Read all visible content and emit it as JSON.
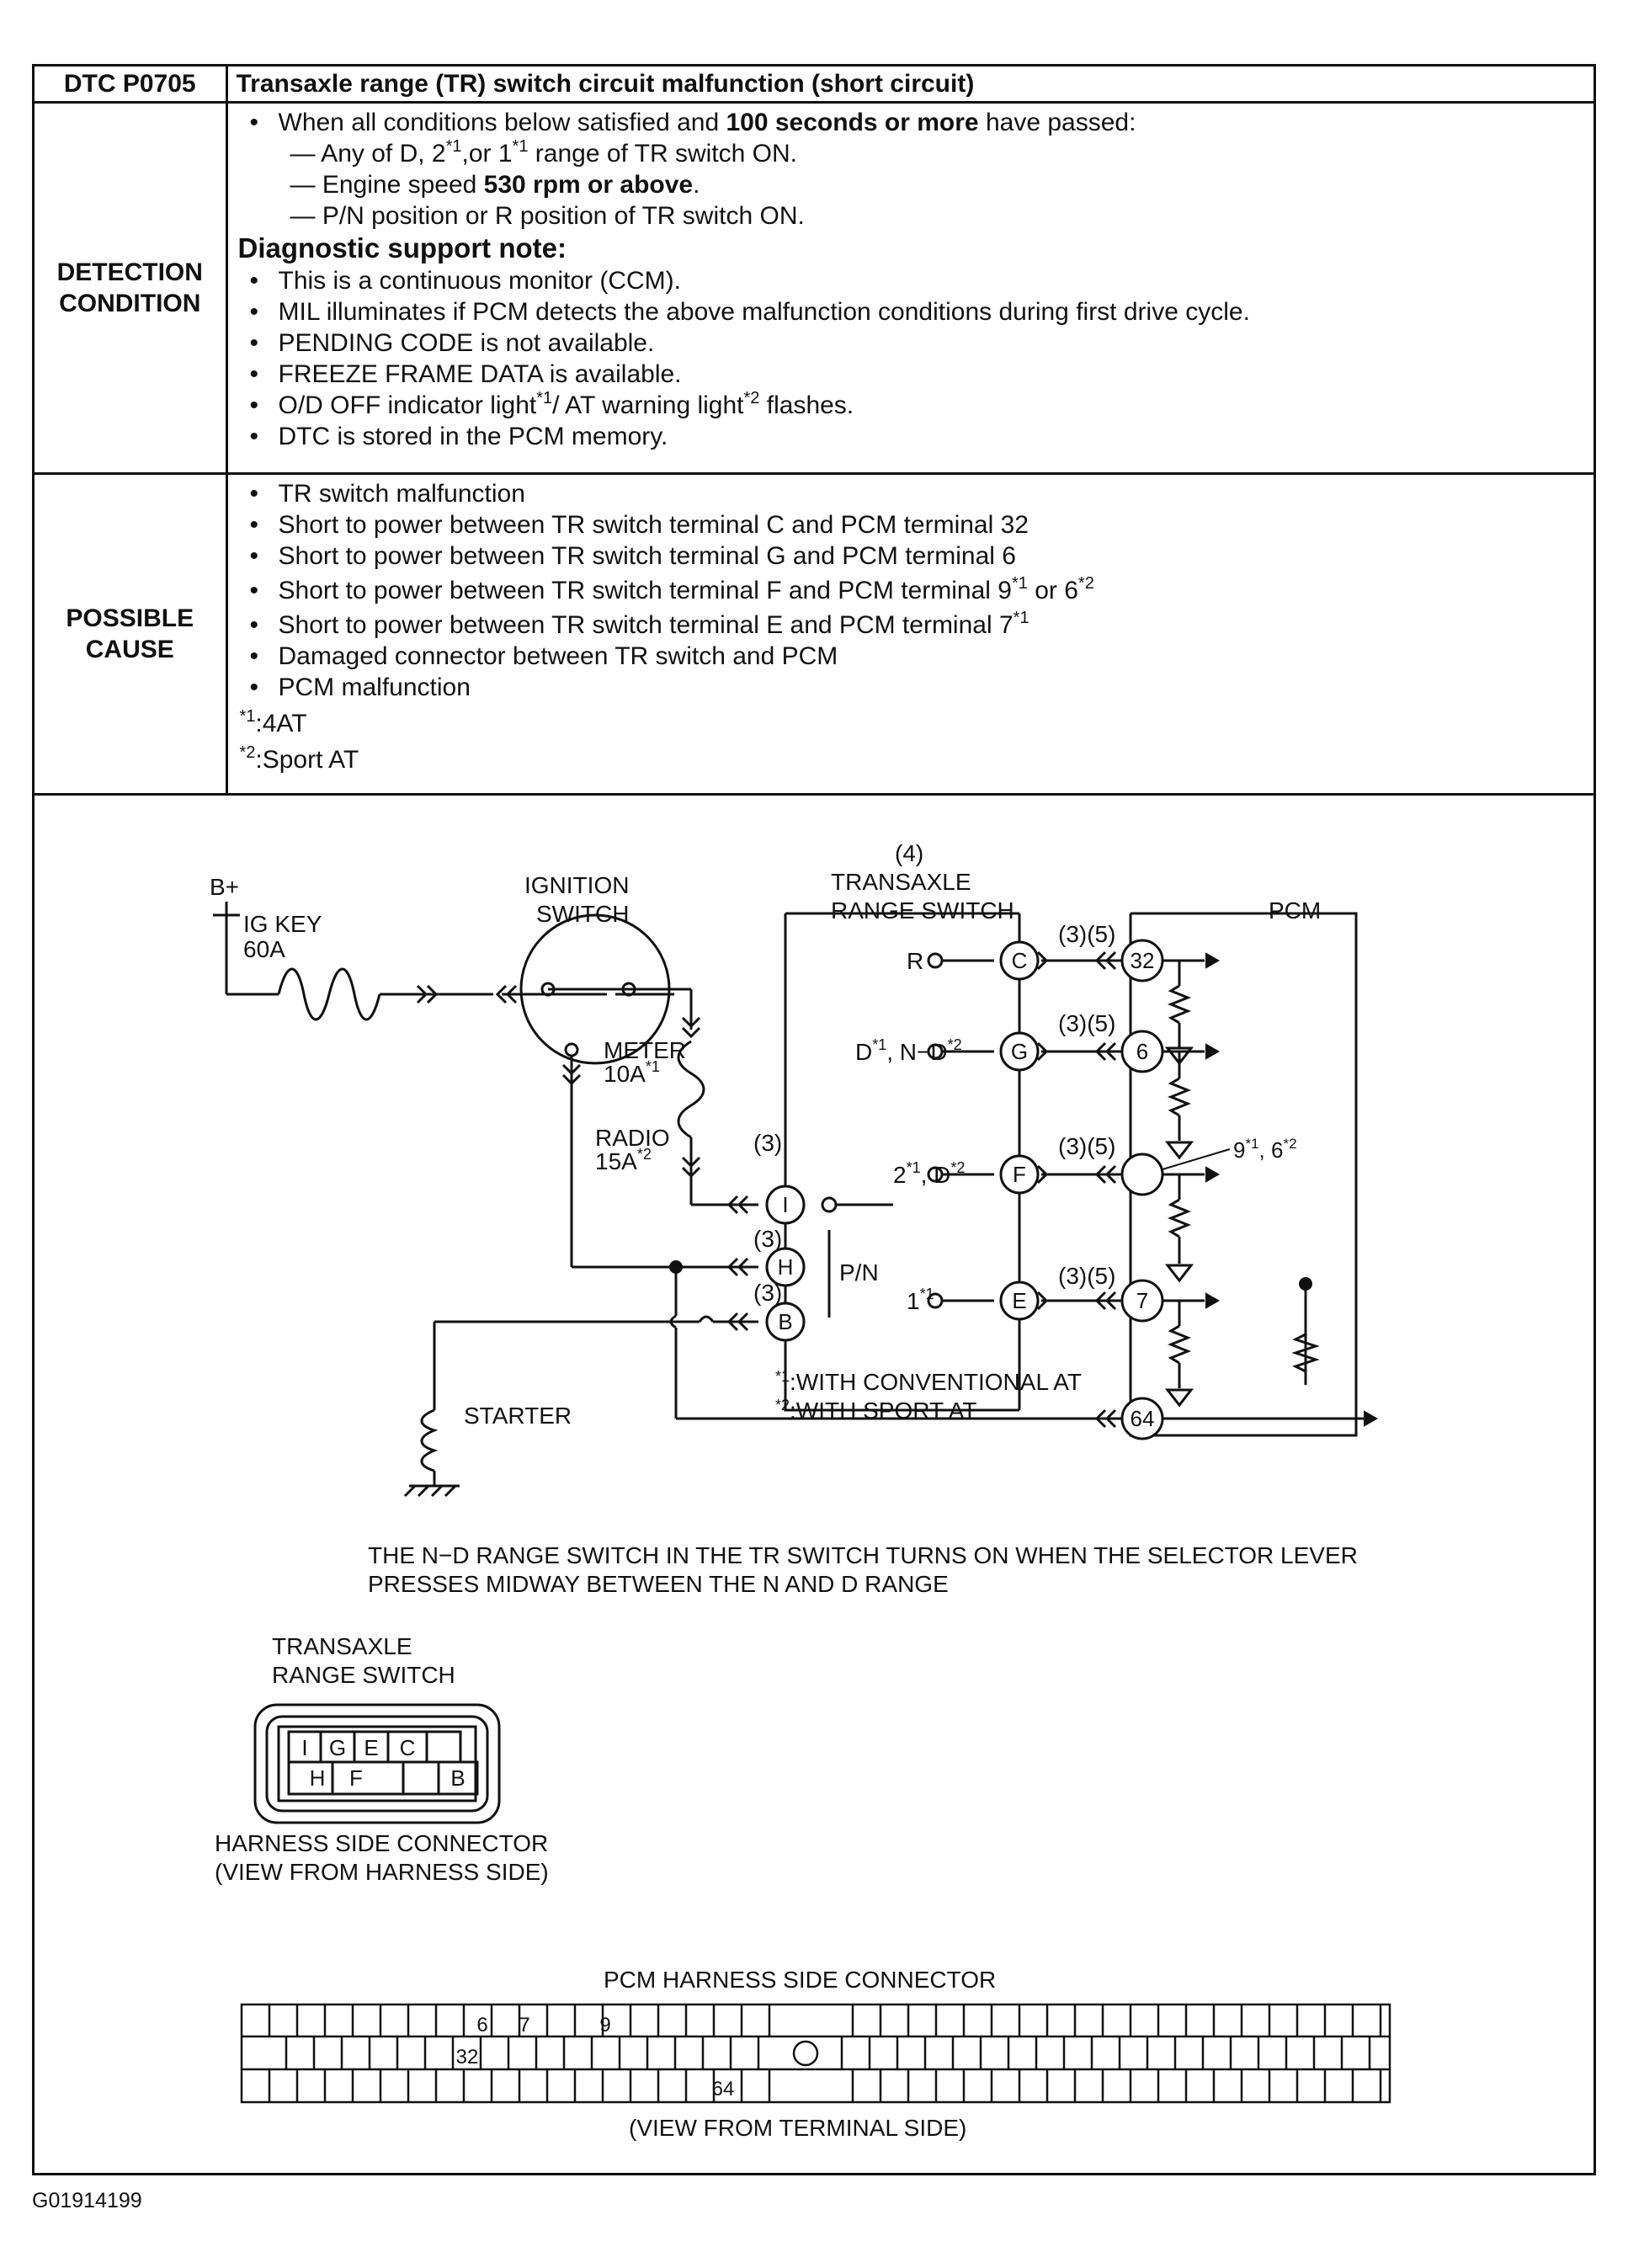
{
  "header": {
    "code": "DTC P0705",
    "title": "Transaxle range (TR) switch circuit malfunction (short circuit)"
  },
  "detection": {
    "label": "DETECTION\nCONDITION",
    "bullet1": {
      "pre": "When all conditions below satisfied and ",
      "bold": "100 seconds or more",
      "post": " have passed:"
    },
    "sub1": {
      "a": "— Any of D, 2",
      "s1": "*1",
      "b": ",or 1",
      "s2": "*1",
      "c": " range of TR switch ON."
    },
    "sub2": {
      "a": "— Engine speed ",
      "bold": "530 rpm or above",
      "c": "."
    },
    "sub3": "— P/N position or R position of TR switch ON.",
    "note_title": "Diagnostic support note:",
    "notes": [
      "This is a continuous monitor (CCM).",
      "MIL illuminates if PCM detects the above malfunction conditions during first drive cycle.",
      "PENDING CODE is not available.",
      "FREEZE FRAME DATA is available."
    ],
    "note5": {
      "a": "O/D OFF indicator light",
      "s1": "*1",
      "b": "/ AT warning light",
      "s2": "*2",
      "c": " flashes."
    },
    "note6": "DTC is stored in the PCM memory."
  },
  "cause": {
    "label": "POSSIBLE\nCAUSE",
    "items": [
      "TR switch malfunction",
      "Short to power between TR switch terminal C and PCM terminal 32",
      "Short to power between TR switch terminal G and PCM terminal 6"
    ],
    "item4": {
      "a": "Short to power between TR switch terminal F and PCM terminal 9",
      "s1": "*1",
      "b": " or 6",
      "s2": "*2"
    },
    "item5": {
      "a": "Short to power between TR switch terminal E and PCM terminal 7",
      "s1": "*1"
    },
    "items_end": [
      "Damaged connector between TR switch and PCM",
      "PCM malfunction"
    ],
    "fn1": {
      "s": "*1",
      "t": ":4AT"
    },
    "fn2": {
      "s": "*2",
      "t": ":Sport AT"
    }
  },
  "diagram": {
    "bplus": "B+",
    "ig_key": "IG KEY",
    "ig_key_amp": "60A",
    "ign_switch_1": "IGNITION",
    "ign_switch_2": "SWITCH",
    "meter": "METER",
    "meter_amp": "10A",
    "meter_sup": "*1",
    "radio": "RADIO",
    "radio_amp": "15A",
    "radio_sup": "*2",
    "trs_num": "(4)",
    "trs_1": "TRANSAXLE",
    "trs_2": "RANGE SWITCH",
    "pcm": "PCM",
    "conn35": "(3)(5)",
    "conn3": "(3)",
    "pos_r": "R",
    "pos_d_a": "D",
    "pos_d_s": "*1",
    "pos_d_b": ", N−D",
    "pos_d_s2": "*2",
    "pos_2_a": "2",
    "pos_2_s": "*1",
    "pos_2_b": ", D",
    "pos_2_s2": "*2",
    "pos_1_a": "1",
    "pos_1_s": "*1",
    "pn": "P/N",
    "t_c": "C",
    "t_g": "G",
    "t_f": "F",
    "t_e": "E",
    "t_i": "I",
    "t_h": "H",
    "t_b": "B",
    "p32": "32",
    "p6": "6",
    "p7": "7",
    "p64": "64",
    "p9_a": "9",
    "p9_s": "*1",
    "p9_b": ", 6",
    "p9_s2": "*2",
    "starter": "STARTER",
    "fn1": ":WITH CONVENTIONAL AT",
    "fn1_s": "*1",
    "fn2": ":WITH SPORT AT",
    "fn2_s": "*2",
    "nd_note_1": "THE N−D RANGE SWITCH IN THE TR SWITCH TURNS ON WHEN THE SELECTOR LEVER",
    "nd_note_2": "PRESSES MIDWAY BETWEEN THE N AND D RANGE",
    "trs_conn_1": "TRANSAXLE",
    "trs_conn_2": "RANGE SWITCH",
    "trs_pins_top": [
      "I",
      "G",
      "E",
      "C"
    ],
    "trs_pins_bot": [
      "H",
      "F",
      "B"
    ],
    "harness_1": "HARNESS SIDE CONNECTOR",
    "harness_2": "(VIEW FROM HARNESS SIDE)",
    "pcm_conn_title": "PCM HARNESS SIDE CONNECTOR",
    "pcm_conn_view": "(VIEW FROM TERMINAL SIDE)",
    "pcm_pins": [
      "6",
      "7",
      "9",
      "32",
      "64"
    ]
  },
  "footer": {
    "ref": "G01914199"
  }
}
